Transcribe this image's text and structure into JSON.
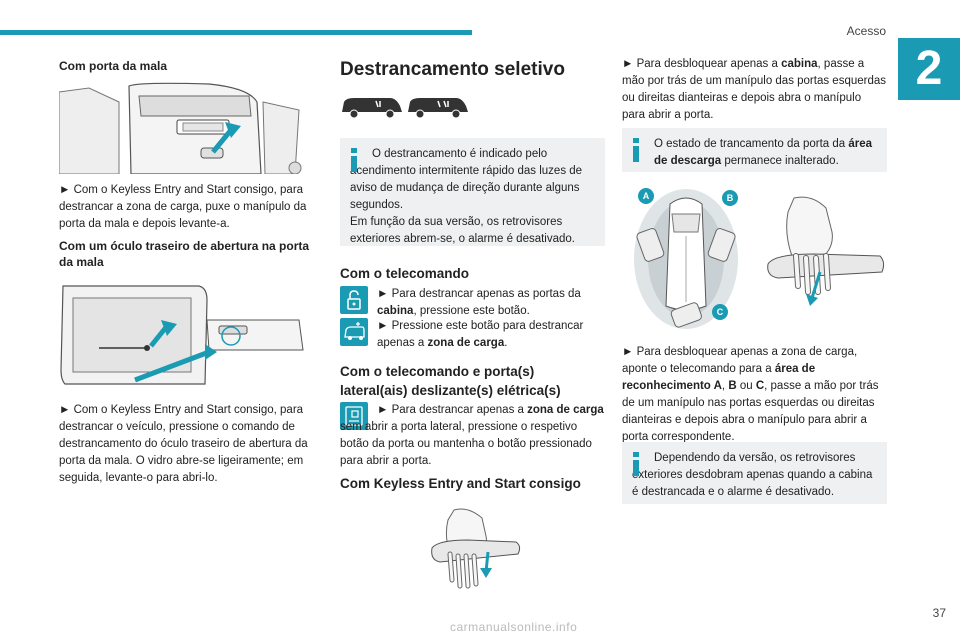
{
  "header": {
    "title": "Acesso",
    "chapter": "2",
    "page": "37"
  },
  "watermark": "carmanualsonline.info",
  "col1": {
    "h_tailgate": "Com porta da mala",
    "p_tailgate": "► Com o Keyless Entry and Start consigo, para destrancar a zona de carga, puxe o manípulo da porta da mala e depois levante-a.",
    "h_window": "Com um óculo traseiro de abertura na porta da mala",
    "p_window": "► Com o Keyless Entry and Start consigo, para destrancar o veículo, pressione o comando de destrancamento do óculo traseiro de abertura da porta da mala. O vidro abre-se ligeiramente; em seguida, levante-o para abri-lo."
  },
  "col2": {
    "title": "Destrancamento seletivo",
    "info1_a": "O destrancamento é indicado pelo acendimento intermitente rápido das luzes de aviso de mudança de direção durante alguns segundos.",
    "info1_b": "Em função da sua versão, os retrovisores exteriores abrem-se, o alarme é desativado.",
    "h_remote": "Com o telecomando",
    "remote_1a": "► Para destrancar apenas as portas da",
    "remote_1b": "cabina",
    "remote_1c": ", pressione este botão.",
    "remote_2a": "► Pressione este botão para destrancar apenas a",
    "remote_2b": "zona de carga",
    "remote_2c": ".",
    "h_sliding": "Com o telecomando e porta(s) lateral(ais) deslizante(s) elétrica(s)",
    "sliding_a": "► Para destrancar apenas a",
    "sliding_b": "zona de carga",
    "sliding_c": "sem abrir a porta lateral, pressione o respetivo botão da porta ou mantenha o botão pressionado para abrir a porta.",
    "h_keyless": "Com Keyless Entry and Start consigo"
  },
  "col3": {
    "p_cabin_a": "► Para desbloquear apenas a",
    "p_cabin_b": "cabina",
    "p_cabin_c": ", passe a mão por trás de um manípulo das portas esquerdas ou direitas dianteiras e depois abra o manípulo para abrir a porta.",
    "info2_a": "O estado de trancamento da porta da",
    "info2_b": "área de descarga",
    "info2_c": "permanece inalterado.",
    "label_a": "A",
    "label_b": "B",
    "label_c": "C",
    "p_cargo_a": "► Para desbloquear apenas a zona de carga, aponte o telecomando para a",
    "p_cargo_b": "área de reconhecimento A",
    "p_cargo_c": ",",
    "p_cargo_d": "B",
    "p_cargo_e": "ou",
    "p_cargo_f": "C",
    "p_cargo_g": ", passe a mão por trás de um manípulo nas portas esquerdas ou direitas dianteiras e depois abra o manípulo para abrir a porta correspondente.",
    "info3": "Dependendo da versão, os retrovisores exteriores desdobram apenas quando a cabina é destrancada e o alarme é desativado."
  },
  "colors": {
    "accent": "#1a9bb3",
    "info_bg": "#eef0f1",
    "text": "#222222"
  }
}
